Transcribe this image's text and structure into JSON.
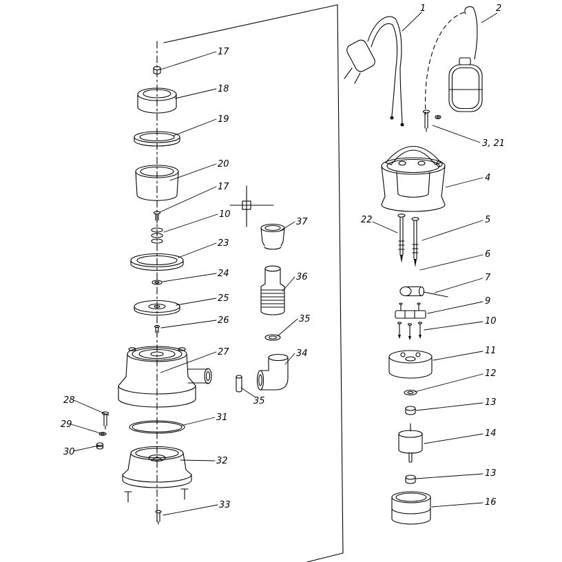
{
  "diagram": {
    "background_color": "#ffffff",
    "line_color": "#000000",
    "label_color": "#000000",
    "type": "exploded-parts-diagram"
  },
  "parts_index": [
    "1",
    "2",
    "3",
    "4",
    "5",
    "6",
    "7",
    "9",
    "10",
    "11",
    "12",
    "13",
    "14",
    "16",
    "17",
    "18",
    "19",
    "20",
    "21",
    "22",
    "23",
    "24",
    "25",
    "26",
    "27",
    "28",
    "29",
    "30",
    "31",
    "32",
    "33",
    "34",
    "35",
    "36",
    "37"
  ],
  "labels": [
    {
      "text": "17"
    },
    {
      "text": "18"
    },
    {
      "text": "19"
    },
    {
      "text": "20"
    },
    {
      "text": "17"
    },
    {
      "text": "10"
    },
    {
      "text": "23"
    },
    {
      "text": "24"
    },
    {
      "text": "25"
    },
    {
      "text": "26"
    },
    {
      "text": "27"
    },
    {
      "text": "37"
    },
    {
      "text": "36"
    },
    {
      "text": "35"
    },
    {
      "text": "34"
    },
    {
      "text": "35"
    },
    {
      "text": "28"
    },
    {
      "text": "29"
    },
    {
      "text": "30"
    },
    {
      "text": "31"
    },
    {
      "text": "32"
    },
    {
      "text": "33"
    },
    {
      "text": "1"
    },
    {
      "text": "2"
    },
    {
      "text": "3, 21"
    },
    {
      "text": "4"
    },
    {
      "text": "22"
    },
    {
      "text": "5"
    },
    {
      "text": "6"
    },
    {
      "text": "7"
    },
    {
      "text": "9"
    },
    {
      "text": "10"
    },
    {
      "text": "11"
    },
    {
      "text": "12"
    },
    {
      "text": "13"
    },
    {
      "text": "14"
    },
    {
      "text": "13"
    },
    {
      "text": "16"
    }
  ]
}
